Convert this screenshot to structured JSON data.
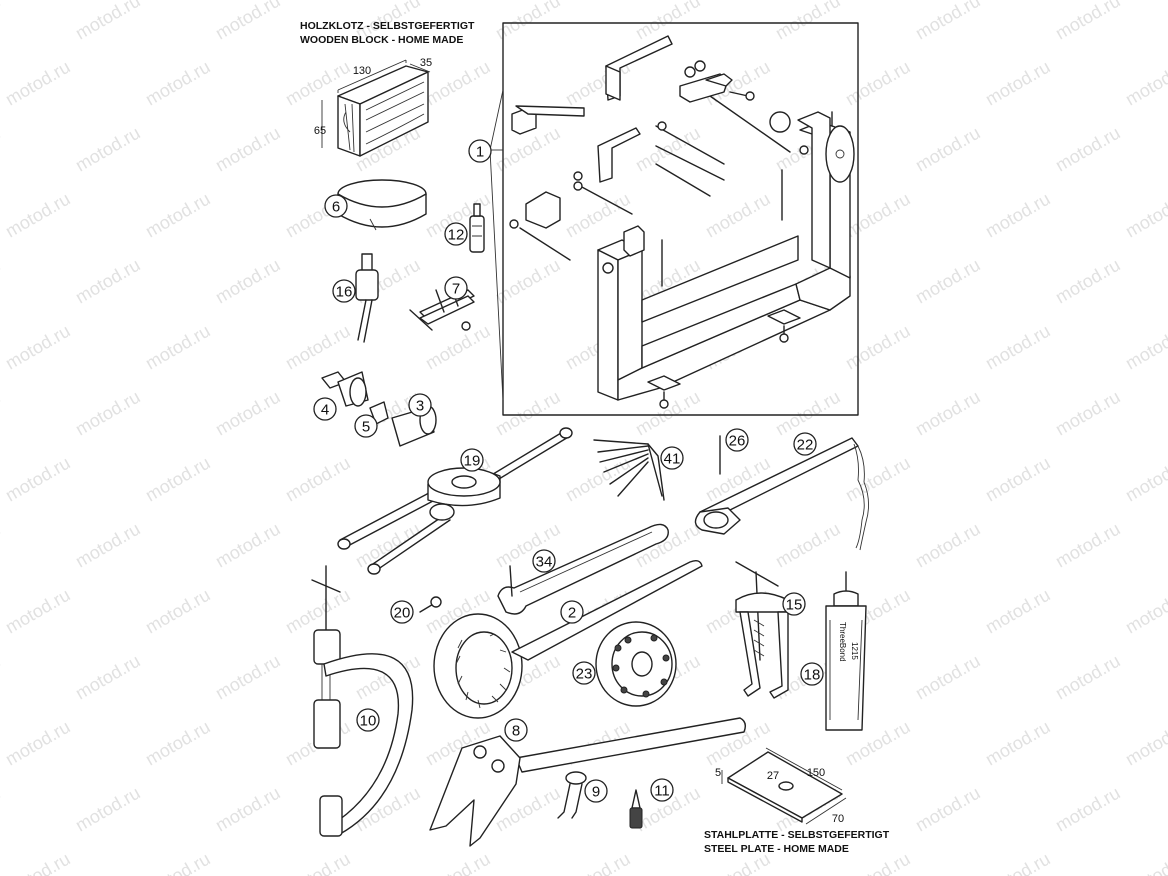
{
  "watermark": "motod.ru",
  "captions": {
    "wooden_block_de": "HOLZKLOTZ - SELBSTGEFERTIGT",
    "wooden_block_en": "WOODEN BLOCK - HOME MADE",
    "steel_plate_de": "STAHLPLATTE - SELBSTGEFERTIGT",
    "steel_plate_en": "STEEL PLATE - HOME MADE"
  },
  "dimensions": {
    "block_length": "130",
    "block_depth": "35",
    "block_height": "65",
    "plate_thickness": "5",
    "plate_hole": "27",
    "plate_length": "150",
    "plate_width": "70"
  },
  "callouts": [
    "1",
    "6",
    "12",
    "16",
    "7",
    "4",
    "5",
    "3",
    "19",
    "41",
    "26",
    "22",
    "34",
    "2",
    "20",
    "15",
    "23",
    "18",
    "10",
    "8",
    "9",
    "11"
  ],
  "tube_label_1": "ThreeBond",
  "tube_label_2": "1215"
}
